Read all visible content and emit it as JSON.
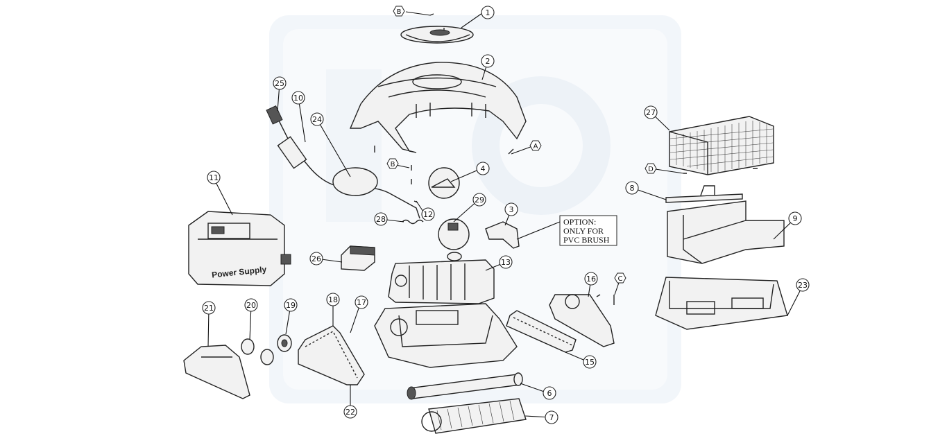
{
  "callouts": [
    {
      "id": "1",
      "label": "1"
    },
    {
      "id": "2",
      "label": "2"
    },
    {
      "id": "3",
      "label": "3"
    },
    {
      "id": "4",
      "label": "4"
    },
    {
      "id": "6",
      "label": "6"
    },
    {
      "id": "7",
      "label": "7"
    },
    {
      "id": "8",
      "label": "8"
    },
    {
      "id": "9",
      "label": "9"
    },
    {
      "id": "10",
      "label": "10"
    },
    {
      "id": "11",
      "label": "11"
    },
    {
      "id": "12",
      "label": "12"
    },
    {
      "id": "13",
      "label": "13"
    },
    {
      "id": "15",
      "label": "15"
    },
    {
      "id": "16",
      "label": "16"
    },
    {
      "id": "17",
      "label": "17"
    },
    {
      "id": "18",
      "label": "18"
    },
    {
      "id": "19",
      "label": "19"
    },
    {
      "id": "20",
      "label": "20"
    },
    {
      "id": "21",
      "label": "21"
    },
    {
      "id": "22",
      "label": "22"
    },
    {
      "id": "23",
      "label": "23"
    },
    {
      "id": "24",
      "label": "24"
    },
    {
      "id": "25",
      "label": "25"
    },
    {
      "id": "26",
      "label": "26"
    },
    {
      "id": "27",
      "label": "27"
    },
    {
      "id": "28",
      "label": "28"
    },
    {
      "id": "29",
      "label": "29"
    }
  ],
  "hardware_labels": [
    {
      "id": "A",
      "label": "A"
    },
    {
      "id": "B1",
      "label": "B"
    },
    {
      "id": "B2",
      "label": "B"
    },
    {
      "id": "C",
      "label": "C"
    },
    {
      "id": "D",
      "label": "D"
    }
  ],
  "option_note": {
    "line1": "OPTION:",
    "line2": "ONLY FOR",
    "line3": "PVC BRUSH"
  },
  "power_supply_label": "Power Supply",
  "watermark_color": "#dfe8f2"
}
